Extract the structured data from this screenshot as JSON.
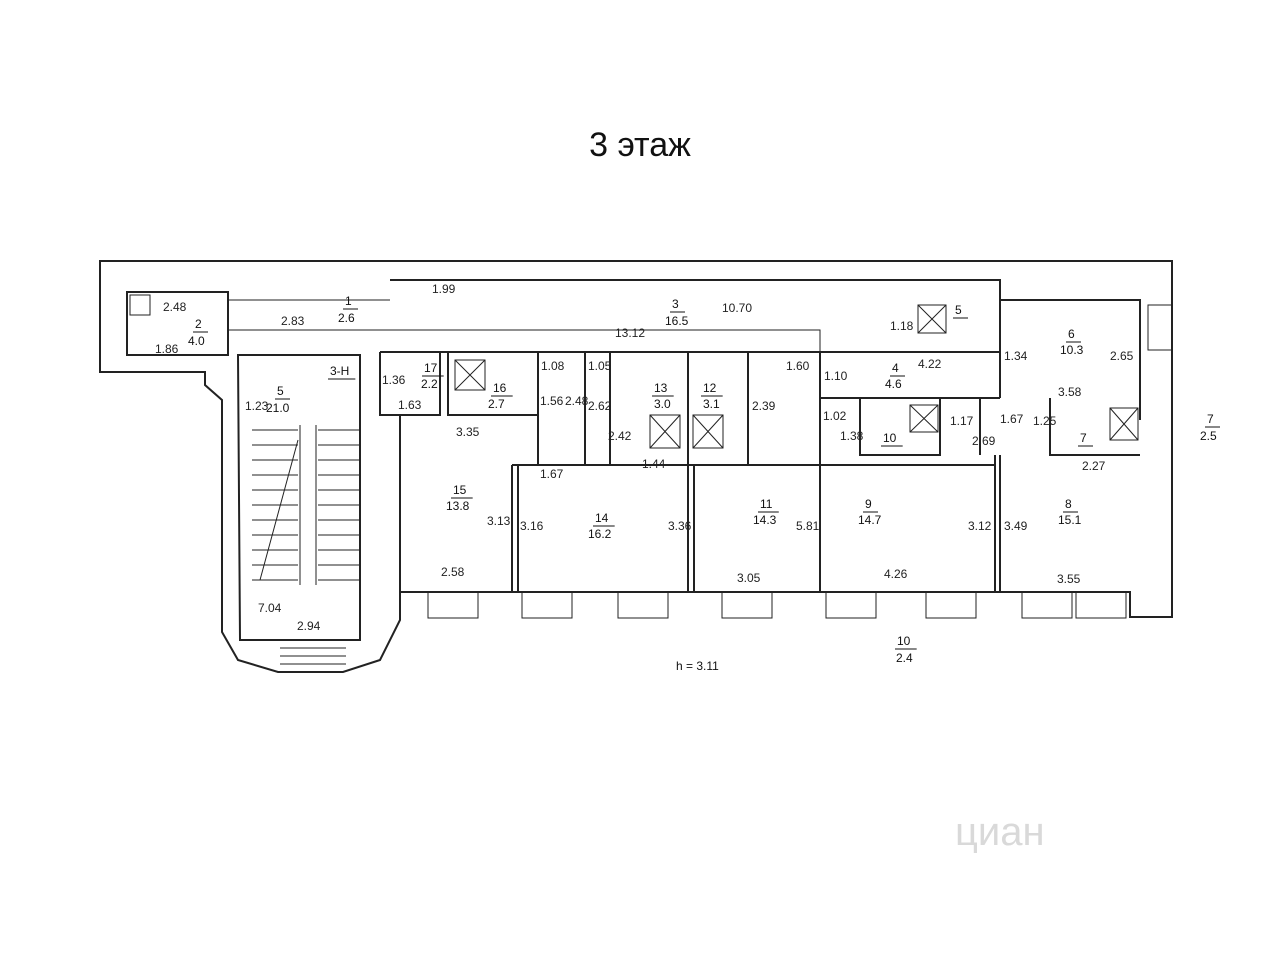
{
  "title": "3 этаж",
  "height_note": "h = 3.11",
  "watermark": "циан",
  "rooms": [
    {
      "num": "1",
      "area": "2.6"
    },
    {
      "num": "2",
      "area": "4.0"
    },
    {
      "num": "3",
      "area": "16.5"
    },
    {
      "num": "4",
      "area": "4.6"
    },
    {
      "num": "5",
      "area": ""
    },
    {
      "num": "5",
      "area": "21.0"
    },
    {
      "num": "6",
      "area": "10.3"
    },
    {
      "num": "7",
      "area": ""
    },
    {
      "num": "7",
      "area": "2.5"
    },
    {
      "num": "8",
      "area": "15.1"
    },
    {
      "num": "9",
      "area": "14.7"
    },
    {
      "num": "10",
      "area": ""
    },
    {
      "num": "10",
      "area": "2.4"
    },
    {
      "num": "11",
      "area": "14.3"
    },
    {
      "num": "12",
      "area": "3.1"
    },
    {
      "num": "13",
      "area": "3.0"
    },
    {
      "num": "14",
      "area": "16.2"
    },
    {
      "num": "15",
      "area": "13.8"
    },
    {
      "num": "16",
      "area": "2.7"
    },
    {
      "num": "17",
      "area": "2.2"
    },
    {
      "num": "3-Н",
      "area": ""
    }
  ],
  "dimensions": [
    "2.48",
    "1.86",
    "2.83",
    "1.99",
    "10.70",
    "13.12",
    "1.18",
    "1.34",
    "2.65",
    "3.58",
    "1.36",
    "1.63",
    "1.08",
    "1.05",
    "1.56",
    "2.48",
    "2.62",
    "2.42",
    "2.39",
    "1.60",
    "1.10",
    "4.22",
    "1.02",
    "1.38",
    "1.17",
    "1.67",
    "1.25",
    "2.69",
    "2.27",
    "3.35",
    "1.67",
    "1.44",
    "1.23",
    "3.13",
    "3.16",
    "3.36",
    "5.81",
    "3.12",
    "3.49",
    "2.58",
    "3.05",
    "4.26",
    "3.55",
    "7.04",
    "2.94"
  ]
}
